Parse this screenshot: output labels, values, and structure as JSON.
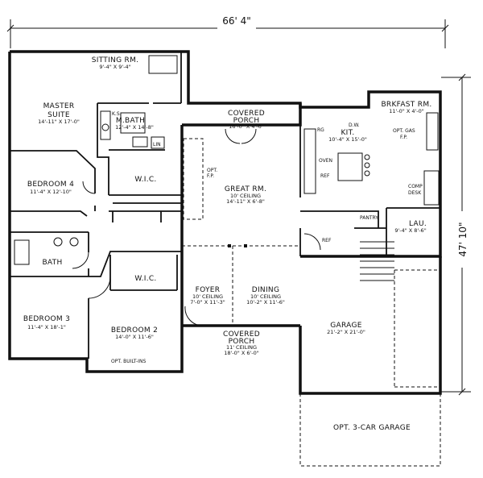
{
  "dimensions": {
    "width": "66' 4\"",
    "depth": "47' 10\""
  },
  "rooms": {
    "sitting": {
      "name": "SITTING RM.",
      "size": "9'-4\" X 9'-4\""
    },
    "master": {
      "name_line1": "MASTER",
      "name_line2": "SUITE",
      "size": "14'-11\" X 17'-0\""
    },
    "mbath": {
      "name": "M.BATH",
      "size": "12'-4\" X 14'-8\""
    },
    "covered_porch_rear": {
      "name_line1": "COVERED",
      "name_line2": "PORCH",
      "size": "16'-0\" X 4'-6\""
    },
    "brkfast": {
      "name": "BRKFAST RM.",
      "size": "11'-0\" X 4'-0\""
    },
    "kit": {
      "name": "KIT.",
      "size": "10'-4\" X 15'-0\""
    },
    "great": {
      "name": "GREAT RM.",
      "ceiling": "10' CEILING",
      "size": "14'-11\" X 6'-8\""
    },
    "bedroom4": {
      "name": "BEDROOM 4",
      "size": "11'-4\" X 12'-10\""
    },
    "wic_master": {
      "name": "W.I.C."
    },
    "wic_bed2": {
      "name": "W.I.C."
    },
    "bath": {
      "name": "BATH"
    },
    "bedroom3": {
      "name": "BEDROOM 3",
      "size": "11'-4\" X 18'-1\""
    },
    "bedroom2": {
      "name": "BEDROOM 2",
      "size": "14'-0\" X 11'-6\""
    },
    "foyer": {
      "name": "FOYER",
      "ceiling": "10' CEILING",
      "size": "7'-0\" X 11'-3\""
    },
    "dining": {
      "name": "DINING",
      "ceiling": "10' CEILING",
      "size": "10'-2\" X 11'-6\""
    },
    "covered_porch_front": {
      "name_line1": "COVERED",
      "name_line2": "PORCH",
      "ceiling": "11' CEILING",
      "size": "18'-0\" X 6'-0\""
    },
    "lau": {
      "name": "LAU.",
      "size": "9'-4\" X 8'-6\""
    },
    "garage": {
      "name": "GARAGE",
      "size": "21'-2\" X 21'-0\""
    },
    "opt_garage": {
      "name": "OPT. 3-CAR GARAGE"
    }
  },
  "fixtures": {
    "ks": "K.S.",
    "lin": "LIN",
    "opt_fp_great": "OPT.",
    "opt_fp_great2": "F.P.",
    "opt_gas_fp": "OPT. GAS",
    "opt_gas_fp2": "F.P.",
    "dw": "D.W.",
    "rg": "RG",
    "oven": "OVEN",
    "ref_kit": "REF",
    "pantry": "PANTRY",
    "comp_desk": "COMP",
    "comp_desk2": "DESK",
    "ref_hall": "REF",
    "opt_built_ins": "OPT. BUILT-INS"
  }
}
